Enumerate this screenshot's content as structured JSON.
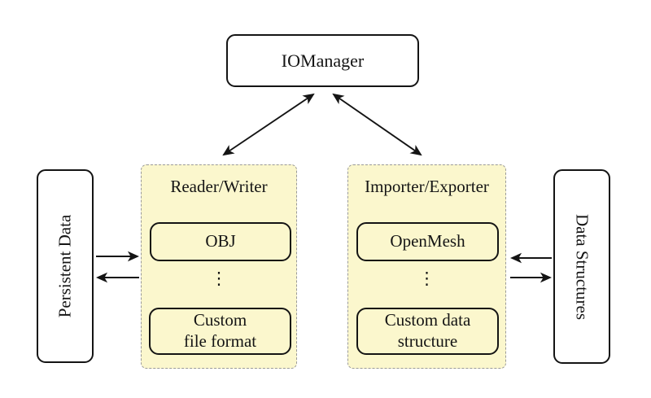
{
  "colors": {
    "background": "#ffffff",
    "container_fill": "#fbf7cd",
    "container_border": "#9a9a9a",
    "node_border": "#141414",
    "node_fill": "#ffffff",
    "arrow": "#141414"
  },
  "nodes": {
    "iomanager": {
      "label": "IOManager"
    },
    "persistent_data": {
      "label": "Persistent Data"
    },
    "data_structures": {
      "label": "Data Structures"
    }
  },
  "groups": {
    "reader_writer": {
      "title": "Reader/Writer",
      "items": [
        {
          "label": "OBJ"
        },
        {
          "label": "⋮"
        },
        {
          "label_line1": "Custom",
          "label_line2": "file format"
        }
      ]
    },
    "importer_exporter": {
      "title": "Importer/Exporter",
      "items": [
        {
          "label": "OpenMesh"
        },
        {
          "label": "⋮"
        },
        {
          "label_line1": "Custom data",
          "label_line2": "structure"
        }
      ]
    }
  }
}
